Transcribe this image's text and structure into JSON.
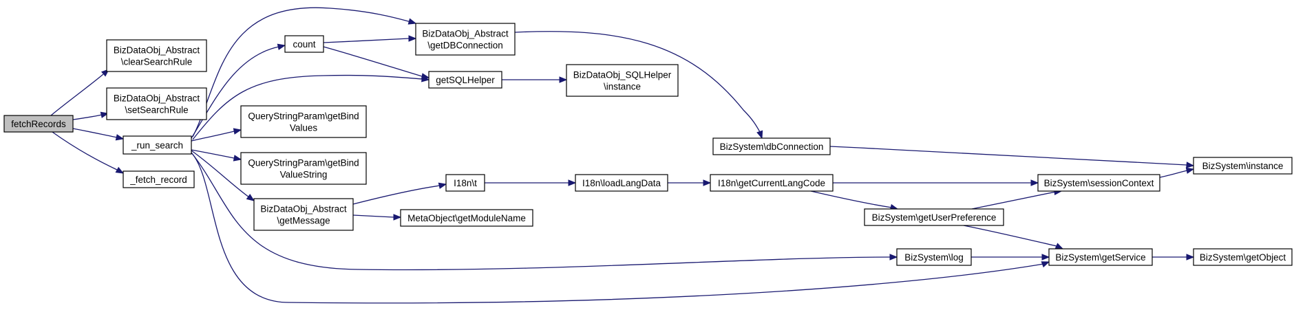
{
  "diagram": {
    "edge_color": "#191970",
    "root_fill": "#bfbfbf",
    "nodes": [
      {
        "id": "fetchRecords",
        "lines": [
          "fetchRecords"
        ],
        "root": true
      },
      {
        "id": "clearSearchRule",
        "lines": [
          "BizDataObj_Abstract",
          "\\clearSearchRule"
        ]
      },
      {
        "id": "setSearchRule",
        "lines": [
          "BizDataObj_Abstract",
          "\\setSearchRule"
        ]
      },
      {
        "id": "run_search",
        "lines": [
          "_run_search"
        ]
      },
      {
        "id": "fetch_record",
        "lines": [
          "_fetch_record"
        ]
      },
      {
        "id": "count",
        "lines": [
          "count"
        ]
      },
      {
        "id": "getBindValues",
        "lines": [
          "QueryStringParam\\getBind",
          "Values"
        ]
      },
      {
        "id": "getBindValueString",
        "lines": [
          "QueryStringParam\\getBind",
          "ValueString"
        ]
      },
      {
        "id": "getMessage",
        "lines": [
          "BizDataObj_Abstract",
          "\\getMessage"
        ]
      },
      {
        "id": "getDBConnection",
        "lines": [
          "BizDataObj_Abstract",
          "\\getDBConnection"
        ]
      },
      {
        "id": "getSQLHelper",
        "lines": [
          "getSQLHelper"
        ]
      },
      {
        "id": "i18nT",
        "lines": [
          "I18n\\t"
        ]
      },
      {
        "id": "getModuleName",
        "lines": [
          "MetaObject\\getModuleName"
        ]
      },
      {
        "id": "sqlHelperInstance",
        "lines": [
          "BizDataObj_SQLHelper",
          "\\instance"
        ]
      },
      {
        "id": "loadLangData",
        "lines": [
          "I18n\\loadLangData"
        ]
      },
      {
        "id": "dbConnection",
        "lines": [
          "BizSystem\\dbConnection"
        ]
      },
      {
        "id": "getCurrentLangCode",
        "lines": [
          "I18n\\getCurrentLangCode"
        ]
      },
      {
        "id": "getUserPreference",
        "lines": [
          "BizSystem\\getUserPreference"
        ]
      },
      {
        "id": "bizLog",
        "lines": [
          "BizSystem\\log"
        ]
      },
      {
        "id": "sessionContext",
        "lines": [
          "BizSystem\\sessionContext"
        ]
      },
      {
        "id": "getService",
        "lines": [
          "BizSystem\\getService"
        ]
      },
      {
        "id": "bizInstance",
        "lines": [
          "BizSystem\\instance"
        ]
      },
      {
        "id": "getObject",
        "lines": [
          "BizSystem\\getObject"
        ]
      }
    ],
    "edges": [
      {
        "from": "fetchRecords",
        "to": "clearSearchRule"
      },
      {
        "from": "fetchRecords",
        "to": "setSearchRule"
      },
      {
        "from": "fetchRecords",
        "to": "run_search"
      },
      {
        "from": "fetchRecords",
        "to": "fetch_record"
      },
      {
        "from": "run_search",
        "to": "count"
      },
      {
        "from": "run_search",
        "to": "getDBConnection"
      },
      {
        "from": "run_search",
        "to": "getSQLHelper"
      },
      {
        "from": "run_search",
        "to": "getBindValues"
      },
      {
        "from": "run_search",
        "to": "getBindValueString"
      },
      {
        "from": "run_search",
        "to": "getMessage"
      },
      {
        "from": "run_search",
        "to": "bizLog"
      },
      {
        "from": "run_search",
        "to": "getService"
      },
      {
        "from": "count",
        "to": "getDBConnection"
      },
      {
        "from": "count",
        "to": "getSQLHelper"
      },
      {
        "from": "getDBConnection",
        "to": "dbConnection"
      },
      {
        "from": "getSQLHelper",
        "to": "sqlHelperInstance"
      },
      {
        "from": "getMessage",
        "to": "i18nT"
      },
      {
        "from": "getMessage",
        "to": "getModuleName"
      },
      {
        "from": "i18nT",
        "to": "loadLangData"
      },
      {
        "from": "loadLangData",
        "to": "getCurrentLangCode"
      },
      {
        "from": "getCurrentLangCode",
        "to": "sessionContext"
      },
      {
        "from": "getCurrentLangCode",
        "to": "getUserPreference"
      },
      {
        "from": "getUserPreference",
        "to": "sessionContext"
      },
      {
        "from": "getUserPreference",
        "to": "getService"
      },
      {
        "from": "dbConnection",
        "to": "bizInstance"
      },
      {
        "from": "sessionContext",
        "to": "bizInstance"
      },
      {
        "from": "bizLog",
        "to": "getService"
      },
      {
        "from": "getService",
        "to": "getObject"
      }
    ]
  }
}
